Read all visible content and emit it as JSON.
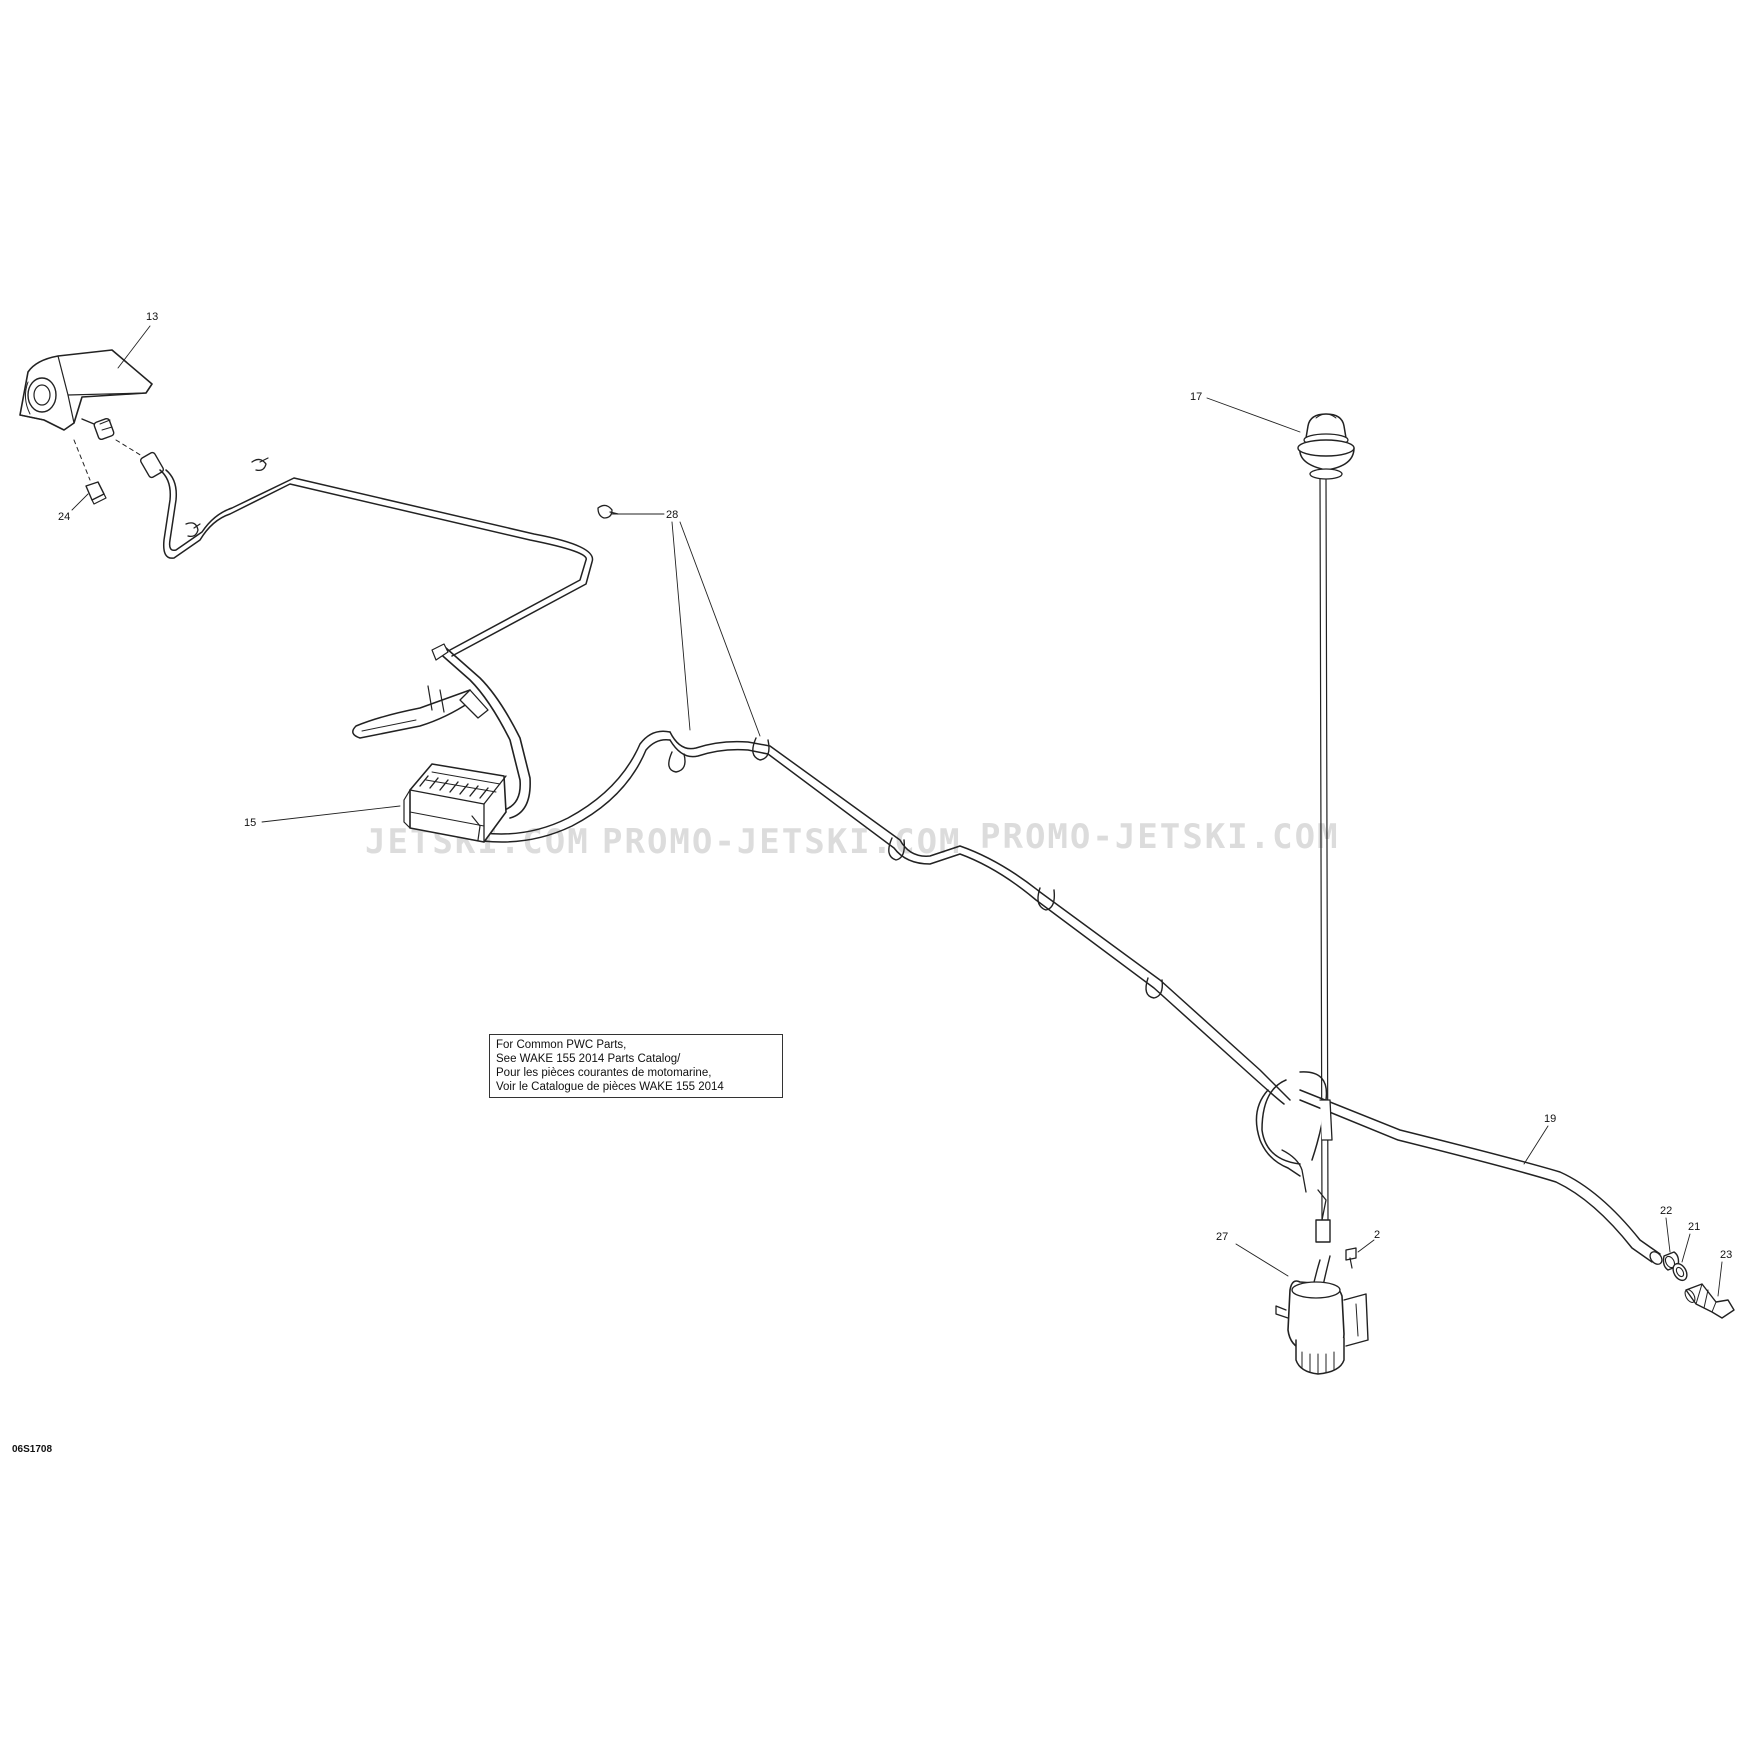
{
  "watermarks": [
    "JETSKI.COM",
    "PROMO-JETSKI.COM",
    "PROMO-JETSKI.COM"
  ],
  "labels": {
    "p13": "13",
    "p24": "24",
    "p28": "28",
    "p15": "15",
    "p17": "17",
    "p19": "19",
    "p27": "27",
    "p2": "2",
    "p22": "22",
    "p21": "21",
    "p23": "23"
  },
  "note": {
    "line1": "For Common PWC Parts,",
    "line2": "See WAKE 155 2014 Parts Catalog/",
    "line3": "Pour les pièces courantes de motomarine,",
    "line4": "Voir le Catalogue de pièces WAKE 155 2014"
  },
  "drawing_code": "06S1708",
  "colors": {
    "line": "#222222",
    "watermark": "#dcdcdc",
    "background": "#ffffff"
  }
}
